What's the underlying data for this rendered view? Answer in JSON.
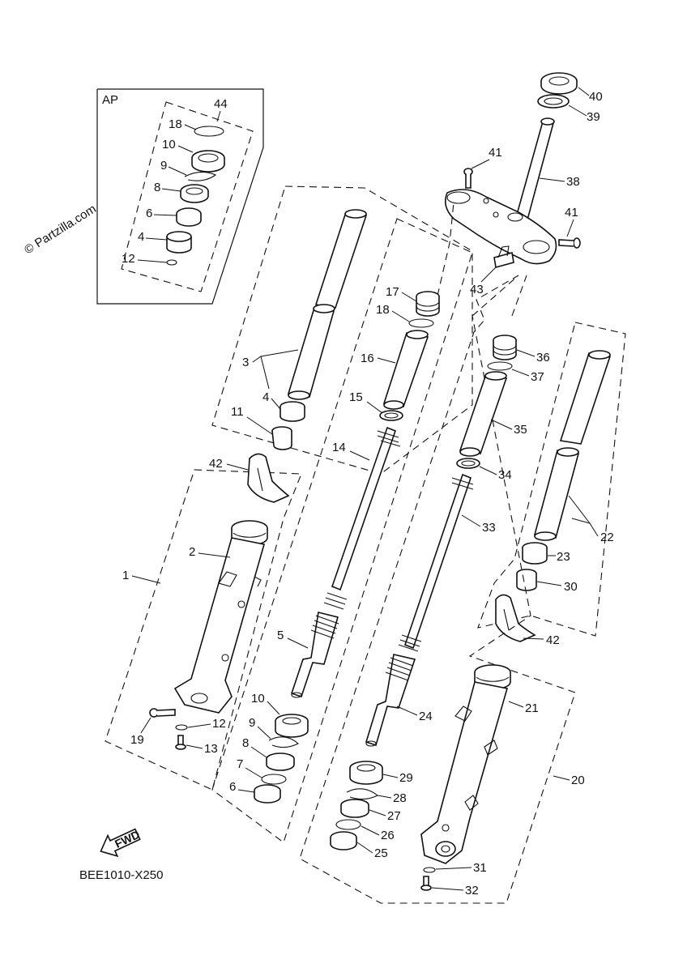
{
  "watermark": "© Partzilla.com",
  "ap_box_label": "AP",
  "diagram_code": "BEE1010-X250",
  "fwd_label": "FWD",
  "labels": {
    "n1": "1",
    "n2": "2",
    "n3": "3",
    "n4": "4",
    "n4b": "4",
    "n5": "5",
    "n6": "6",
    "n6b": "6",
    "n7": "7",
    "n8": "8",
    "n8b": "8",
    "n9": "9",
    "n9b": "9",
    "n10": "10",
    "n10b": "10",
    "n11": "11",
    "n12": "12",
    "n12b": "12",
    "n13": "13",
    "n14": "14",
    "n15": "15",
    "n16": "16",
    "n17": "17",
    "n18": "18",
    "n18b": "18",
    "n19": "19",
    "n20": "20",
    "n21": "21",
    "n22": "22",
    "n23": "23",
    "n24": "24",
    "n25": "25",
    "n26": "26",
    "n27": "27",
    "n28": "28",
    "n29": "29",
    "n30": "30",
    "n31": "31",
    "n32": "32",
    "n33": "33",
    "n34": "34",
    "n35": "35",
    "n36": "36",
    "n37": "37",
    "n38": "38",
    "n39": "39",
    "n40": "40",
    "n41": "41",
    "n41b": "41",
    "n42": "42",
    "n42b": "42",
    "n43": "43",
    "n44": "44"
  }
}
